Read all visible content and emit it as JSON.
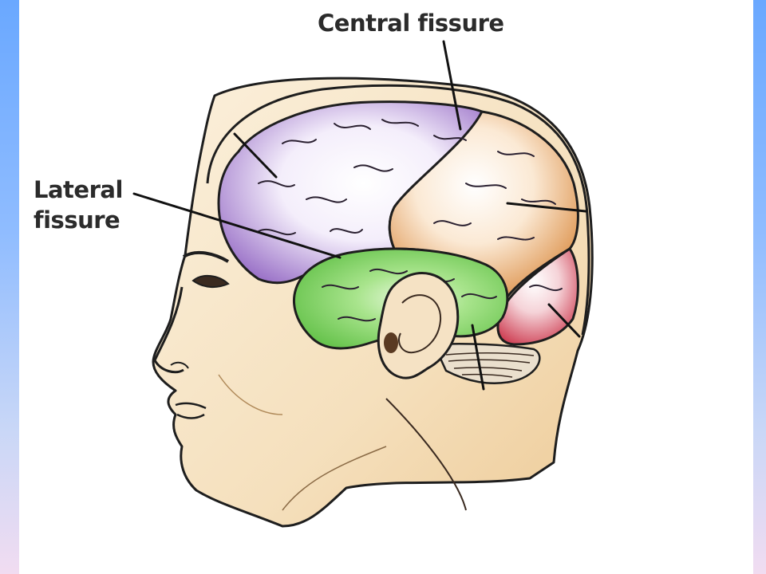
{
  "labels": {
    "central_fissure": "Central fissure",
    "lateral_fissure_line1": "Lateral",
    "lateral_fissure_line2": "fissure"
  },
  "colors": {
    "frontal_lobe": "#9a72c8",
    "parietal_lobe": "#e0964e",
    "temporal_lobe": "#86d06a",
    "occipital_lobe": "#d85868",
    "skin": "#f6e3c4",
    "outline": "#1e1e1e",
    "background_gradient_top": "#6aa8ff",
    "background_gradient_bottom": "#f1dcf1"
  },
  "icons": {
    "figure": "head-profile-brain-lobes-illustration"
  }
}
